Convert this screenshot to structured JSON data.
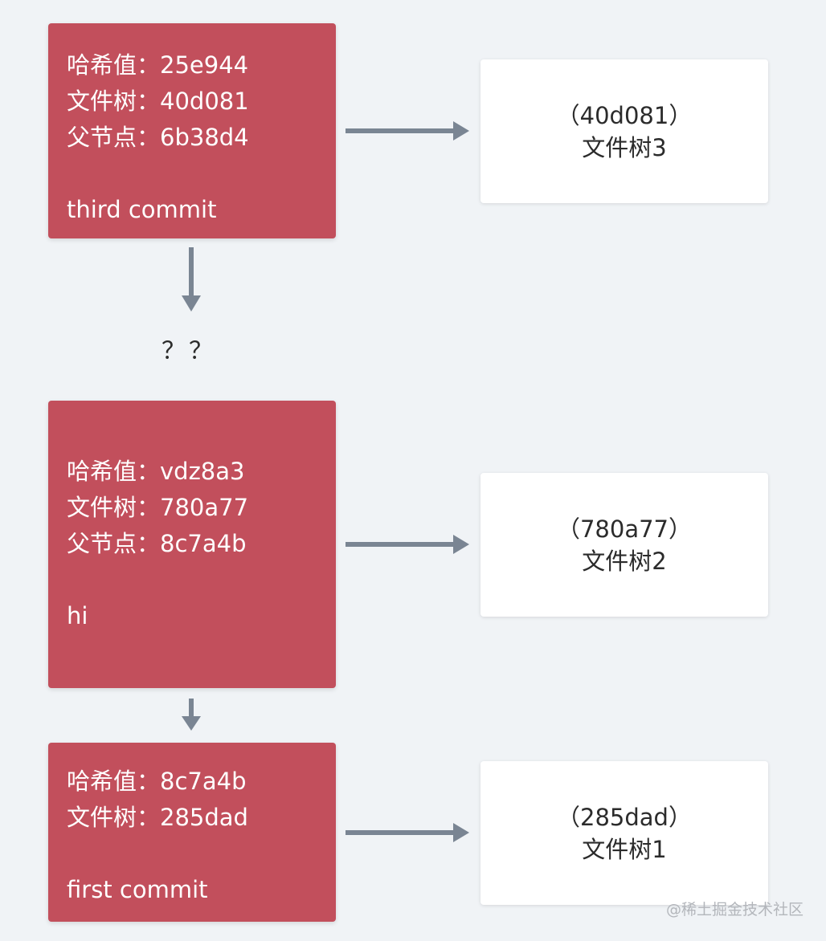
{
  "commits": [
    {
      "hash_label": "哈希值：",
      "hash": "25e944",
      "tree_label": "文件树：",
      "tree": "40d081",
      "parent_label": "父节点：",
      "parent": "6b38d4",
      "message": "third commit"
    },
    {
      "hash_label": "哈希值：",
      "hash": "vdz8a3",
      "tree_label": "文件树：",
      "tree": "780a77",
      "parent_label": "父节点：",
      "parent": "8c7a4b",
      "message": "hi"
    },
    {
      "hash_label": "哈希值：",
      "hash": "8c7a4b",
      "tree_label": "文件树：",
      "tree": "285dad",
      "message": "first commit"
    }
  ],
  "trees": [
    {
      "id": "（40d081）",
      "name": "文件树3"
    },
    {
      "id": "（780a77）",
      "name": "文件树2"
    },
    {
      "id": "（285dad）",
      "name": "文件树1"
    }
  ],
  "unknown_marker": "？？",
  "watermark": "@稀土掘金技术社区",
  "colors": {
    "background": "#f0f3f6",
    "commit_box": "#c24f5c",
    "tree_box": "#ffffff",
    "arrow": "#7a8593"
  }
}
